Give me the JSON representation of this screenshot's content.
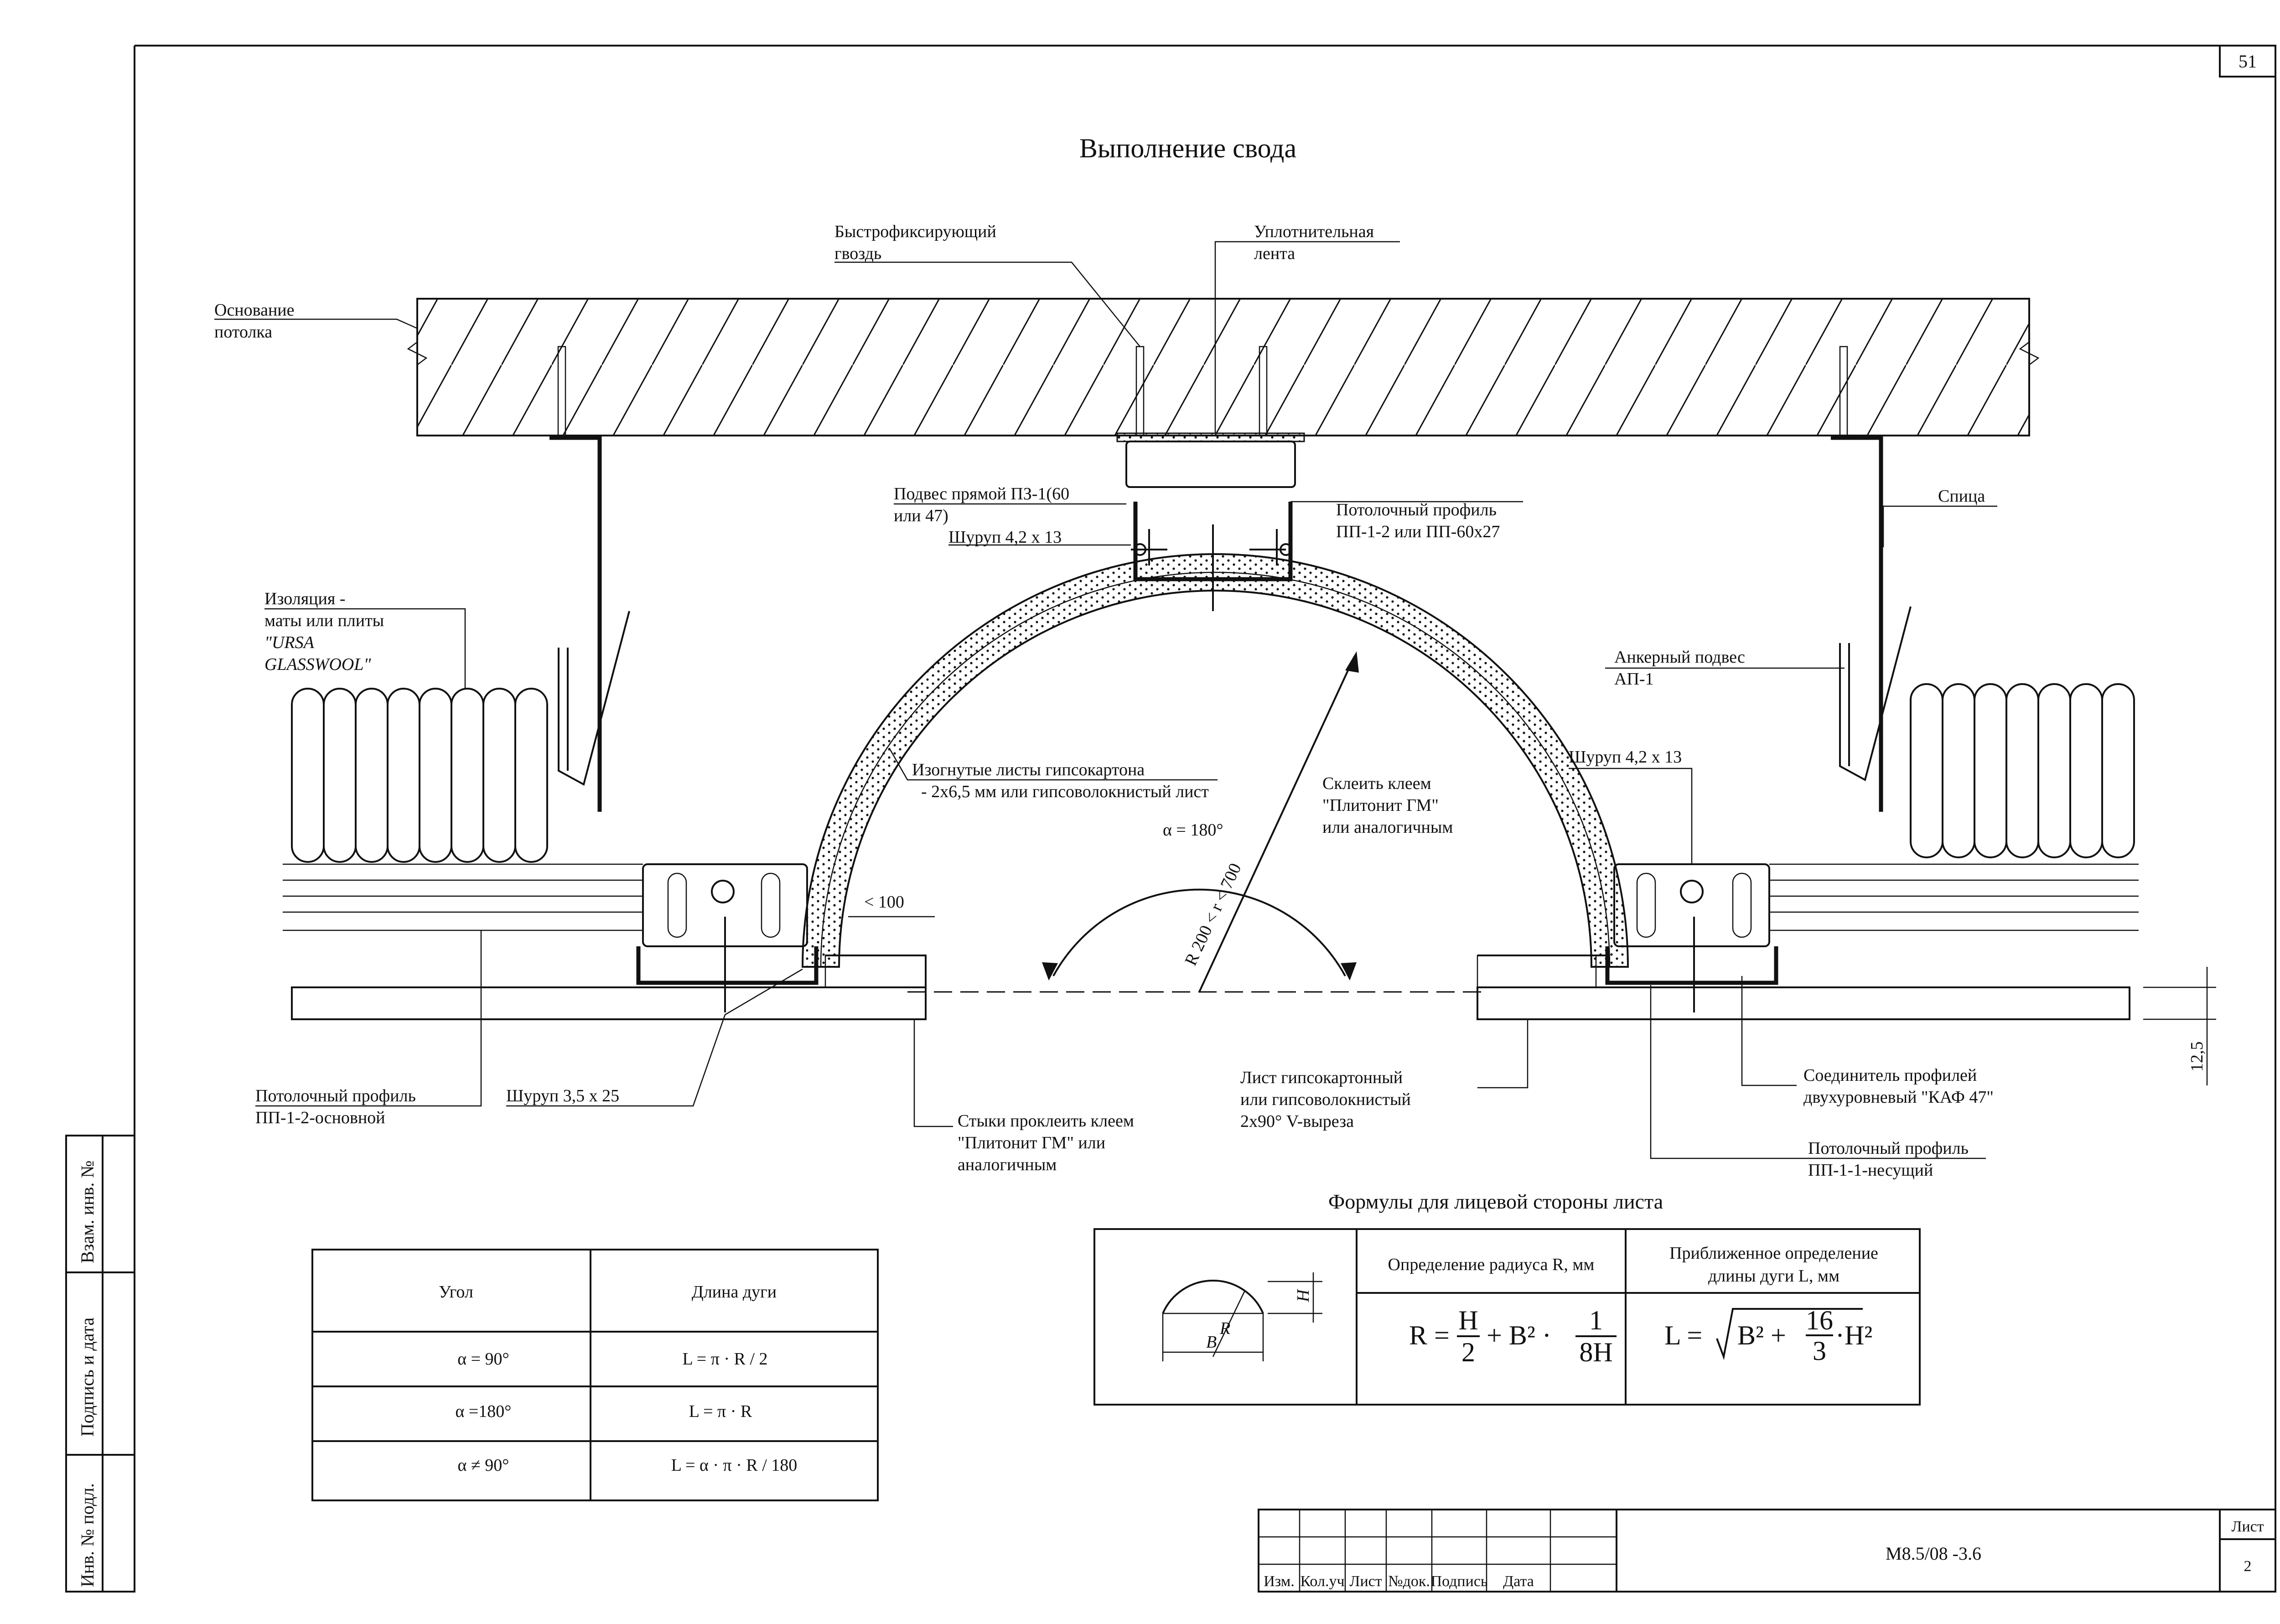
{
  "sheet_number": "51",
  "title": "Выполнение свода",
  "labels": {
    "base": [
      "Основание",
      "потолка"
    ],
    "nail": [
      "Быстрофиксирующий",
      "гвоздь"
    ],
    "tape": [
      "Уплотнительная",
      "лента"
    ],
    "hanger": [
      "Подвес прямой ПЗ-1(60",
      "или 47)"
    ],
    "ceiling_profile_top": [
      "Потолочный профиль",
      "ПП-1-2 или ПП-60х27"
    ],
    "screw_top": "Шуруп 4,2 х 13",
    "spoke": "Спица",
    "insulation": [
      "Изоляция -",
      "маты или плиты",
      "\"URSA",
      "GLASSWOOL\""
    ],
    "anchor": [
      "Анкерный подвес",
      "АП-1"
    ],
    "screw_right": "Шуруп 4,2 х 13",
    "bent_sheets": [
      "Изогнутые листы гипсокартона",
      "- 2х6,5 мм или гипсоволокнистый лист"
    ],
    "glue": [
      "Склеить клеем",
      "\"Плитонит ГМ\"",
      "или аналогичным"
    ],
    "angle": "α = 180°",
    "radius": "R 200 < r < 700",
    "dim_100": "< 100",
    "dim_12_5": "12,5",
    "ceiling_profile_main": [
      "Потолочный профиль",
      "ПП-1-2-основной"
    ],
    "screw_bottom": "Шуруп 3,5 х 25",
    "joints": [
      "Стыки проклеить клеем",
      "\"Плитонит ГМ\" или",
      "аналогичным"
    ],
    "gkl_sheet": [
      "Лист гипсокартонный",
      "или гипсоволокнистый",
      "2х90° V-выреза"
    ],
    "connector": [
      "Соединитель профилей",
      "двухуровневый \"КАФ 47\""
    ],
    "ceiling_profile_bearing": [
      "Потолочный профиль",
      "ПП-1-1-несущий"
    ]
  },
  "arc_table": {
    "headers": [
      "Угол",
      "Длина дуги"
    ],
    "rows": [
      [
        "α = 90°",
        "L = π · R / 2"
      ],
      [
        "α =180°",
        "L = π · R"
      ],
      [
        "α ≠ 90°",
        "L = α · π · R / 180"
      ]
    ]
  },
  "formulas": {
    "title": "Формулы для лицевой стороны листа",
    "col1_header": "Определение радиуса R, мм",
    "col2_header": [
      "Приближенное определение",
      "длины дуги L, мм"
    ],
    "sketch_labels": {
      "R": "R",
      "B": "B",
      "H": "H"
    },
    "radius_formula": {
      "lhs": "R =",
      "h": "H",
      "two": "2",
      "plus_b2": "+ B² ·",
      "one": "1",
      "eight_h": "8H"
    },
    "arc_formula": {
      "lhs": "L =",
      "b2": "B² +",
      "sixteen": "16",
      "three": "3",
      "h2": "·H²"
    }
  },
  "side_stamp": [
    "Взам. инв. №",
    "Подпись и дата",
    "Инв. № подл."
  ],
  "title_block": {
    "columns": [
      "Изм.",
      "Кол.уч",
      "Лист",
      "№док.",
      "Подпись",
      "Дата"
    ],
    "doc_code": "М8.5/08 -3.6",
    "sheet_label": "Лист",
    "sheet_value": "2"
  }
}
